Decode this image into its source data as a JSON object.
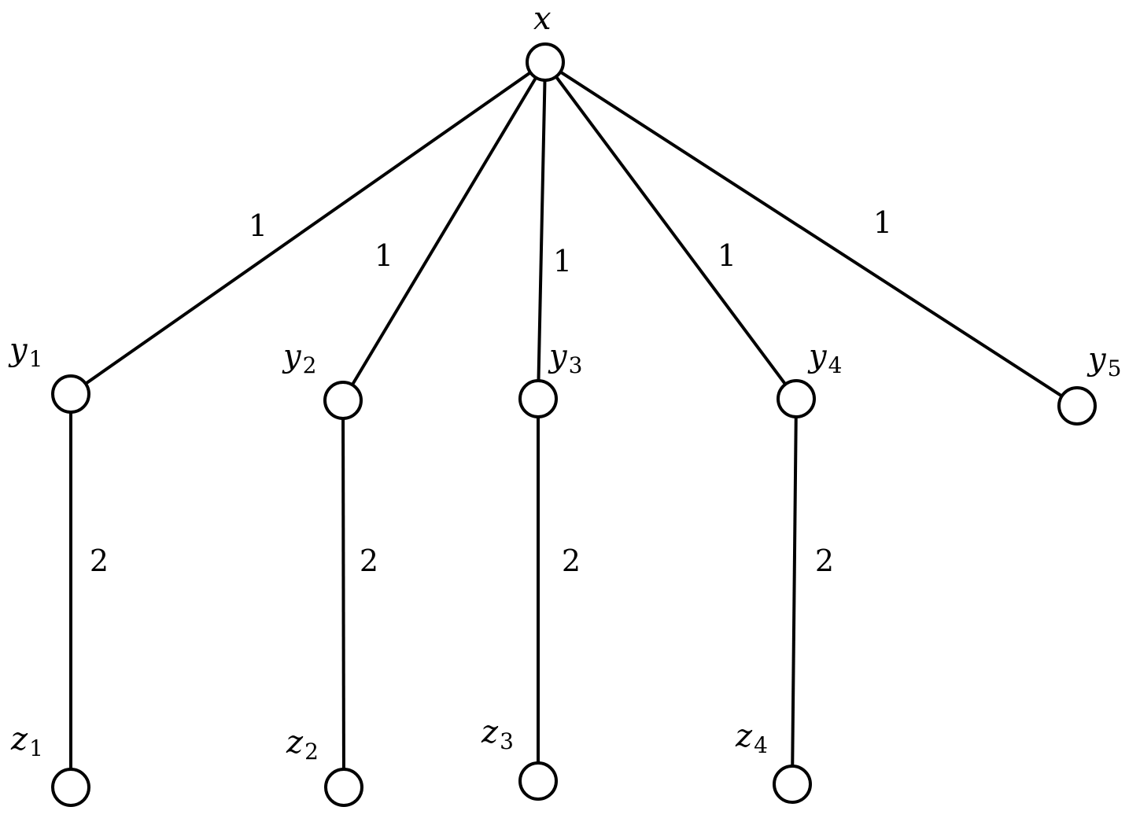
{
  "nodes": [
    {
      "id": "x",
      "name": "x",
      "sub": ""
    },
    {
      "id": "y1",
      "name": "y",
      "sub": "1"
    },
    {
      "id": "y2",
      "name": "y",
      "sub": "2"
    },
    {
      "id": "y3",
      "name": "y",
      "sub": "3"
    },
    {
      "id": "y4",
      "name": "y",
      "sub": "4"
    },
    {
      "id": "y5",
      "name": "y",
      "sub": "5"
    },
    {
      "id": "z1",
      "name": "z",
      "sub": "1"
    },
    {
      "id": "z2",
      "name": "z",
      "sub": "2"
    },
    {
      "id": "z3",
      "name": "z",
      "sub": "3"
    },
    {
      "id": "z4",
      "name": "z",
      "sub": "4"
    }
  ],
  "edges": [
    {
      "from": "x",
      "to": "y1",
      "weight": "1"
    },
    {
      "from": "x",
      "to": "y2",
      "weight": "1"
    },
    {
      "from": "x",
      "to": "y3",
      "weight": "1"
    },
    {
      "from": "x",
      "to": "y4",
      "weight": "1"
    },
    {
      "from": "x",
      "to": "y5",
      "weight": "1"
    },
    {
      "from": "y1",
      "to": "z1",
      "weight": "2"
    },
    {
      "from": "y2",
      "to": "z2",
      "weight": "2"
    },
    {
      "from": "y3",
      "to": "z3",
      "weight": "2"
    },
    {
      "from": "y4",
      "to": "z4",
      "weight": "2"
    }
  ]
}
